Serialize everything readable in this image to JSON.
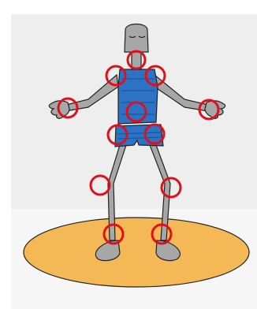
{
  "scene": {
    "colors": {
      "panel_top": "#eeeeee",
      "panel_bottom": "#f6f6f6",
      "platform_fill": "#f5b857",
      "platform_stroke": "#222222",
      "body_gray": "#a7a7a7",
      "body_dark": "#7b7b7b",
      "shirt_blue": "#2c72c5",
      "shirt_dark": "#1d4f8e",
      "marker_red": "#e0101a"
    },
    "marker_names": [
      "neck",
      "left-shoulder",
      "right-shoulder",
      "chest-center",
      "left-hand",
      "right-hand",
      "left-hip",
      "right-hip",
      "left-knee",
      "right-knee",
      "left-ankle",
      "right-ankle"
    ]
  }
}
